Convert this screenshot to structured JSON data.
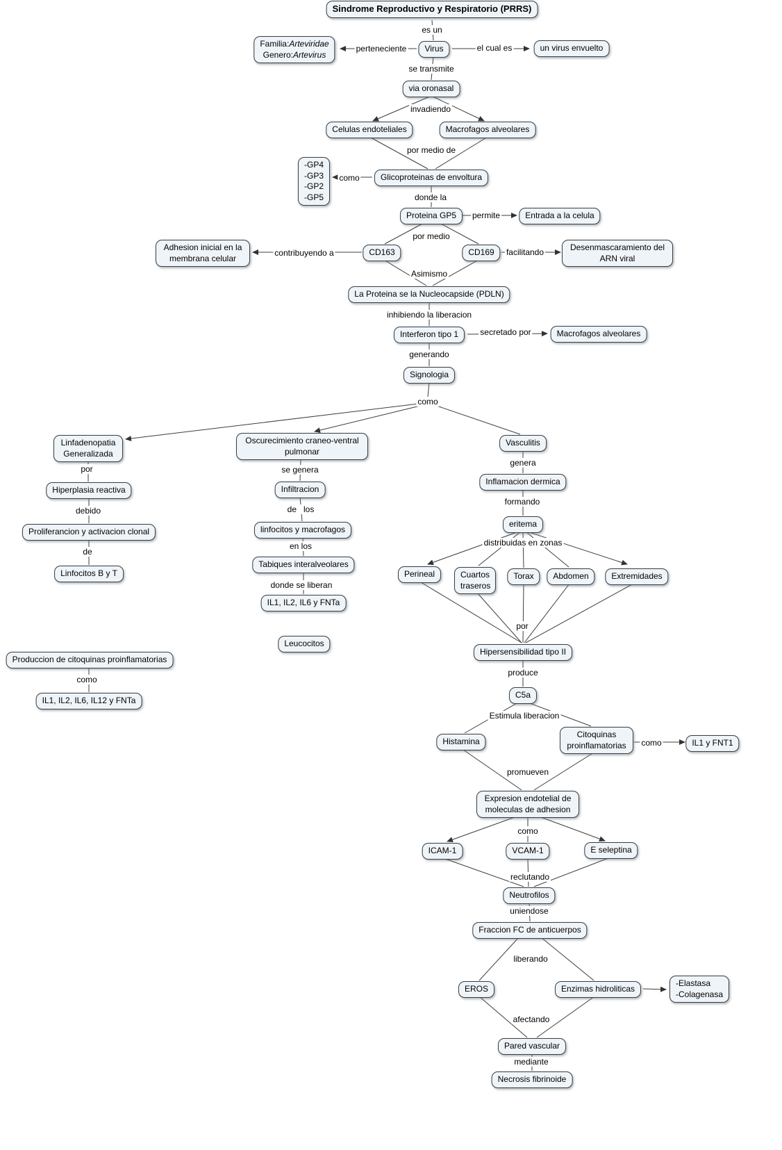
{
  "colors": {
    "node_fill": "#eff4f8",
    "node_border": "#383f45",
    "line": "#3c3c3c",
    "background": "#ffffff"
  },
  "title": "Sindrome Reproductivo y Respiratorio (PRRS)",
  "nodes": {
    "familia": {
      "l1a": "Familia:",
      "l1b": "Arteviridae",
      "l2a": "Genero:",
      "l2b": "Artevirus"
    },
    "virus": "Virus",
    "virus_envuelto": "un virus envuelto",
    "via_oronasal": "via oronasal",
    "celulas_endoteliales": "Celulas endoteliales",
    "macrofagos_alveolares_1": "Macrofagos alveolares",
    "glicoproteinas_list": "-GP4\n-GP3\n-GP2\n-GP5",
    "glicoproteinas": "Glicoproteinas de envoltura",
    "proteina_gp5": "Proteina GP5",
    "entrada_celula": "Entrada a la celula",
    "cd163": "CD163",
    "cd169": "CD169",
    "adhesion_inicial": "Adhesion inicial en la membrana celular",
    "desenmascaramiento": "Desenmascaramiento del ARN viral",
    "pdln": "La Proteina se la Nucleocapside (PDLN)",
    "interferon": "Interferon tipo 1",
    "macrofagos_alveolares_2": "Macrofagos alveolares",
    "signologia": "Signologia",
    "linfadenopatia": "Linfadenopatia Generalizada",
    "hiperplasia": "Hiperplasia reactiva",
    "proliferacion": "Proliferancion y activacion clonal",
    "linfocitos_bt": "Linfocitos B y T",
    "oscurecimiento": "Oscurecimiento craneo-ventral pulmonar",
    "infiltracion": "Infiltracion",
    "linfocitos_macrofagos": "linfocitos y macrofagos",
    "tabiques": "Tabiques interalveolares",
    "il_fnta": "IL1, IL2, IL6 y FNTa",
    "leucocitos": "Leucocitos",
    "produccion_citoquinas": "Produccion de citoquinas proinflamatorias",
    "il12_fnta": "IL1, IL2, IL6, IL12 y FNTa",
    "vasculitis": "Vasculitis",
    "inflamacion_dermica": "Inflamacion dermica",
    "eritema": "eritema",
    "perineal": "Perineal",
    "cuartos_traseros": "Cuartos traseros",
    "torax": "Torax",
    "abdomen": "Abdomen",
    "extremidades": "Extremidades",
    "hipersensibilidad": "Hipersensibilidad tipo II",
    "c5a": "C5a",
    "histamina": "Histamina",
    "citoquinas_proinflamatorias": "Citoquinas proinflamatorias",
    "il1_fnt1": "IL1 y FNT1",
    "expresion_endotelial": "Expresion endotelial de moleculas de adhesion",
    "icam1": "ICAM-1",
    "vcam1": "VCAM-1",
    "e_seleptina": "E seleptina",
    "neutrofilos": "Neutrofilos",
    "fraccion_fc": "Fraccion FC de anticuerpos",
    "eros": "EROS",
    "enzimas_hidroliticas": "Enzimas hidroliticas",
    "elastasa_colagenasa": "-Elastasa\n-Colagenasa",
    "pared_vascular": "Pared vascular",
    "necrosis": "Necrosis fibrinoide"
  },
  "labels": {
    "es_un": "es un",
    "perteneciente": "perteneciente",
    "el_cual_es": "el cual es",
    "se_transmite": "se transmite",
    "invadiendo": "invadiendo",
    "por_medio_de": "por medio de",
    "como_gp": "como",
    "donde_la": "donde la",
    "permite": "permite",
    "por_medio": "por medio",
    "contribuyendo_a": "contribuyendo a",
    "facilitando": "facilitando",
    "asimismo": "Asimismo",
    "inhibiendo": "inhibiendo la liberacion",
    "secretado_por": "secretado por",
    "generando": "generando",
    "como_signos": "como",
    "por_linf": "por",
    "debido": "debido",
    "de_linf": "de",
    "se_genera": "se genera",
    "de_los": "de   los",
    "en_los": "en los",
    "donde_se_liberan": "donde se liberan",
    "como_prod": "como",
    "genera": "genera",
    "formando": "formando",
    "distribuidas": "distribuidas en zonas",
    "por_zonas": "por",
    "produce": "produce",
    "estimula": "Estimula liberacion",
    "como_cito": "como",
    "promueven": "promueven",
    "como_adhesion": "como",
    "reclutando": "reclutando",
    "uniendose": "uniendose",
    "liberando": "liberando",
    "afectando": "afectando",
    "mediante": "mediante"
  }
}
